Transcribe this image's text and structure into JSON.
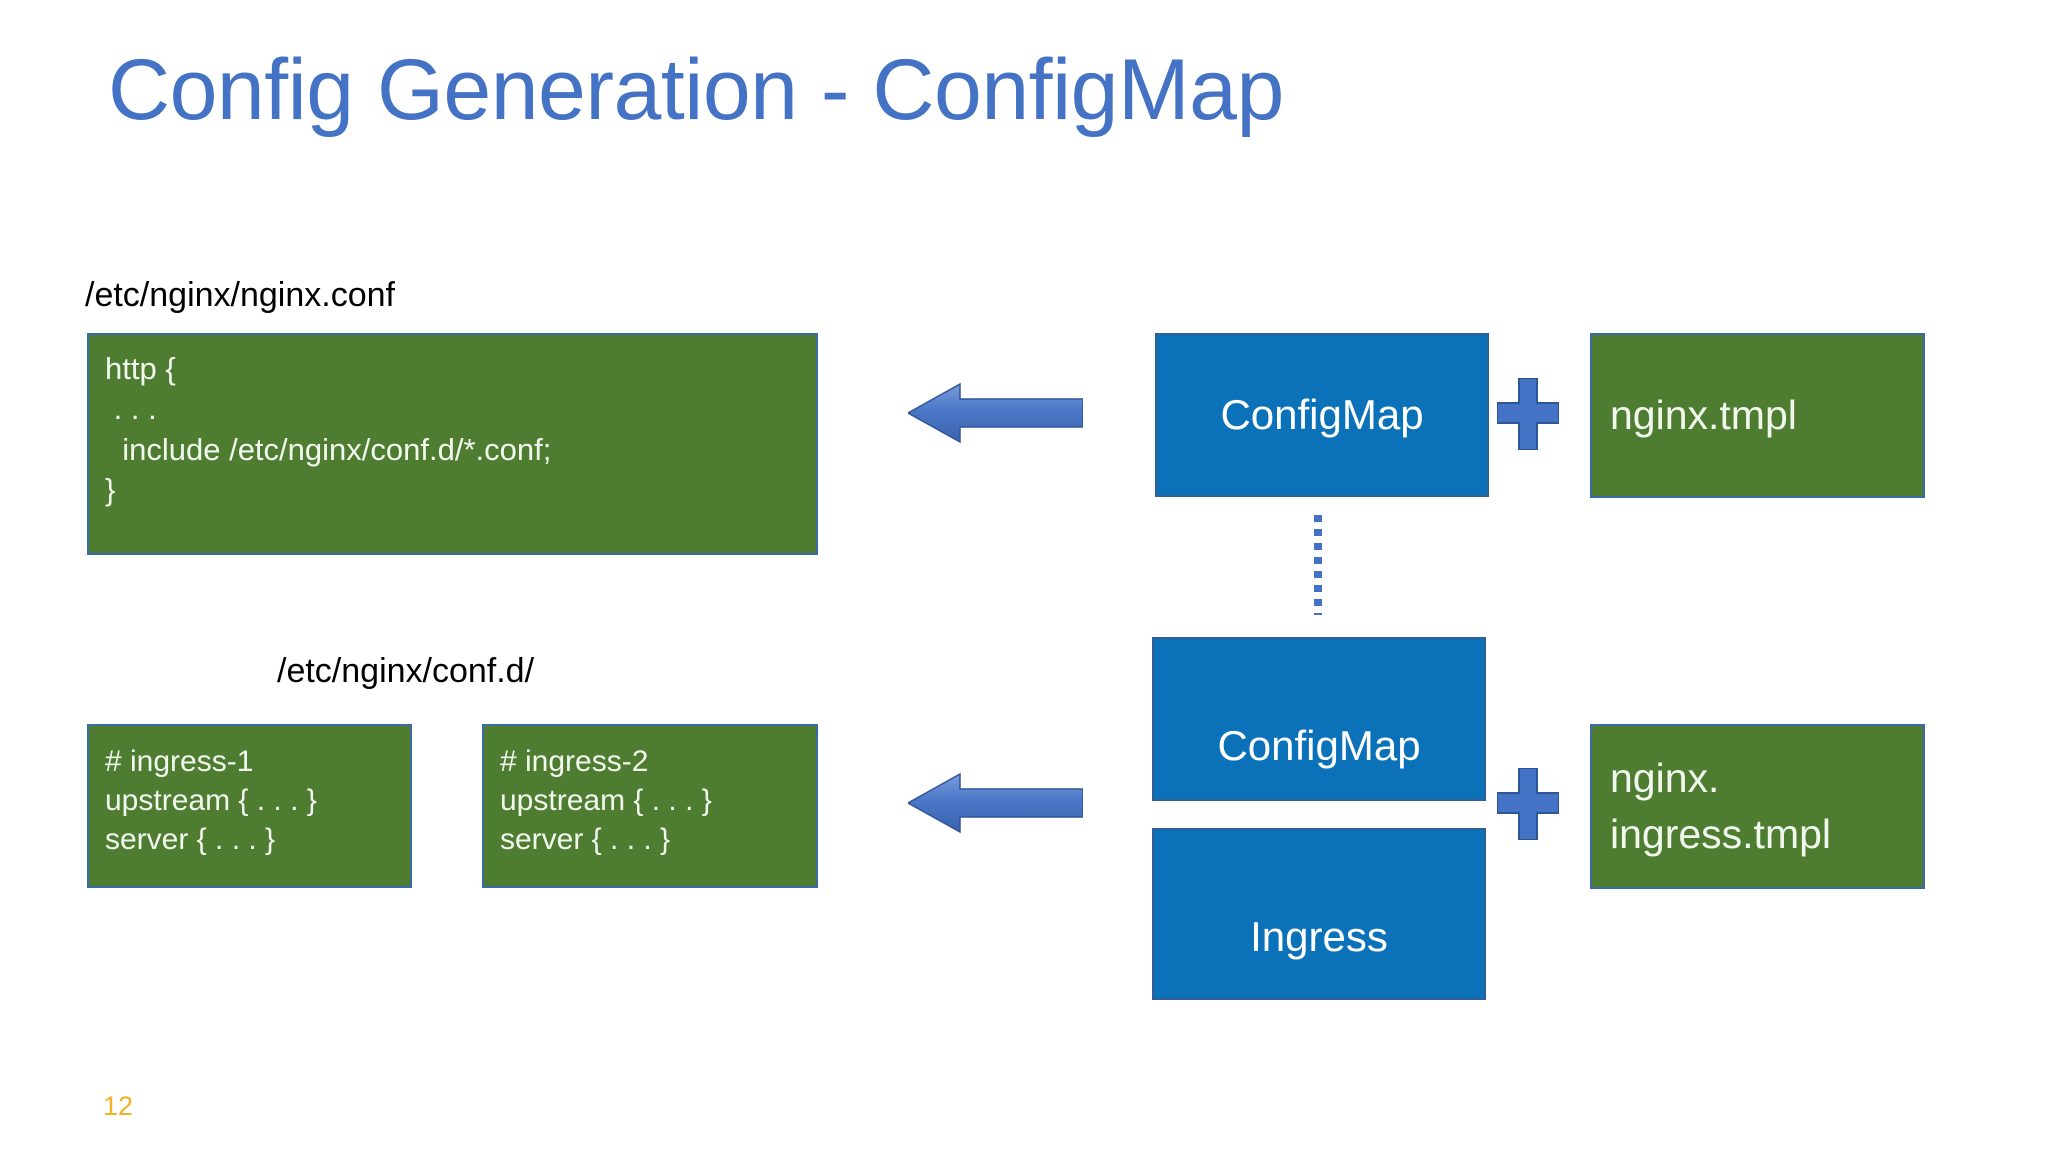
{
  "slide": {
    "title": "Config Generation - ConfigMap",
    "page_number": "12",
    "colors": {
      "title_blue": "#4472C4",
      "resource_blue": "#0B72B9",
      "file_green": "#4E7D32",
      "box_border_blue": "#3C6AA8",
      "arrow_blue": "#4472C4",
      "page_number_gold": "#F0B323",
      "background": "#FFFFFF"
    }
  },
  "labels": {
    "nginx_conf_path": "/etc/nginx/nginx.conf",
    "conf_d_path": "/etc/nginx/conf.d/"
  },
  "files": {
    "nginx_conf": {
      "lines": [
        "http {",
        " . . .",
        "  include /etc/nginx/conf.d/*.conf;",
        "}"
      ]
    },
    "ingress_1": {
      "lines": [
        "# ingress-1",
        "upstream { . . . }",
        "server { . . . }"
      ]
    },
    "ingress_2": {
      "lines": [
        "# ingress-2",
        "upstream { . . . }",
        "server { . . . }"
      ]
    }
  },
  "templates": {
    "nginx_tmpl": {
      "lines": [
        "nginx.tmpl"
      ]
    },
    "nginx_ingress_tmpl": {
      "lines": [
        "nginx.",
        "ingress.tmpl"
      ]
    }
  },
  "resources": {
    "configmap_top": "ConfigMap",
    "configmap_bottom": "ConfigMap",
    "ingress": "Ingress"
  },
  "icons": {
    "arrow": "left-arrow-icon",
    "plus": "plus-icon",
    "dotted": "dotted-line-icon"
  }
}
